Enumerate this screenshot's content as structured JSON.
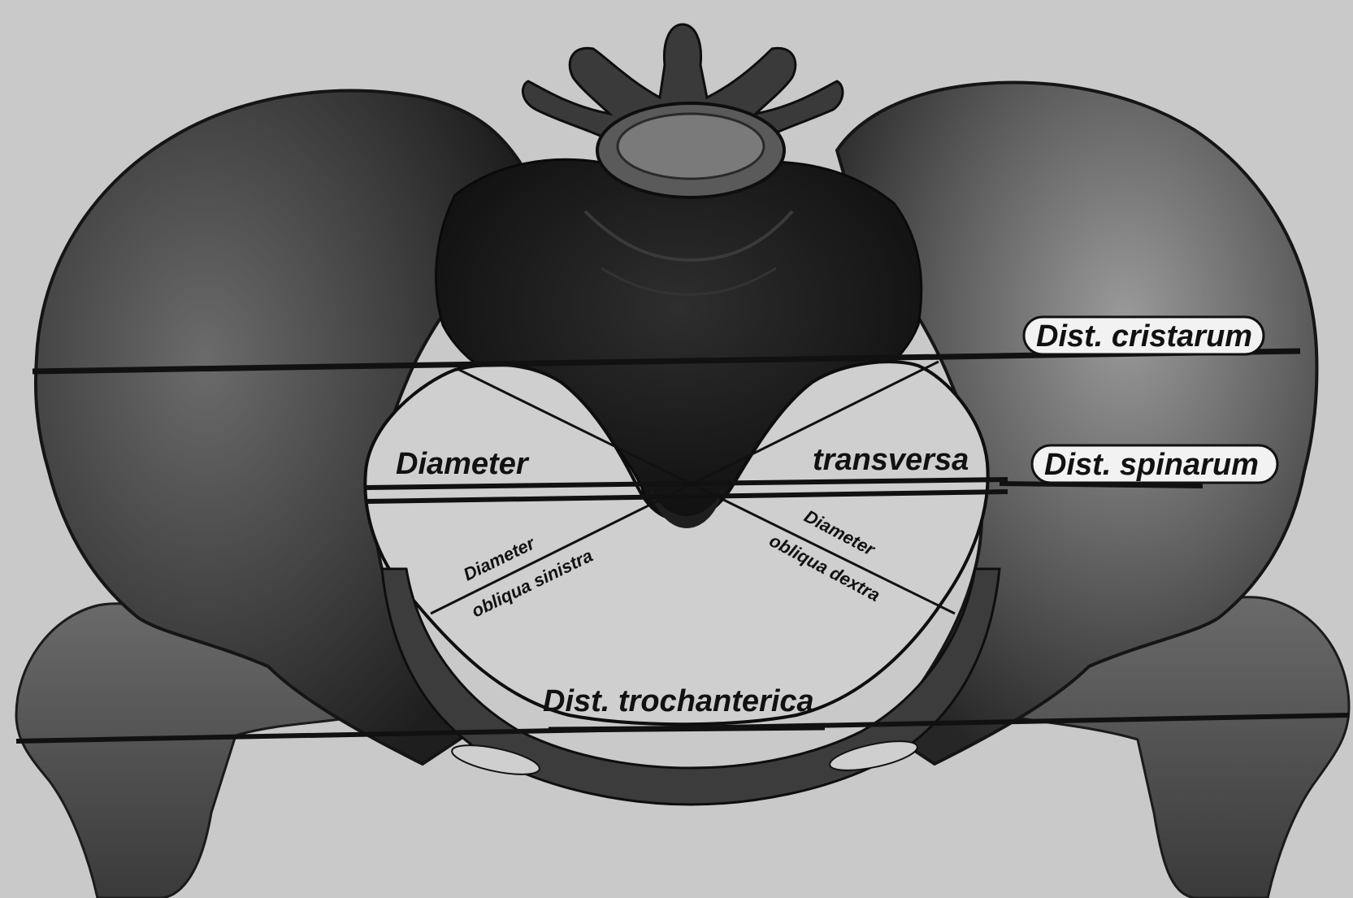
{
  "labels": {
    "dist_cristarum": "Dist. cristarum",
    "dist_spinarum": "Dist. spinarum",
    "diameter": "Diameter",
    "transversa": "transversa",
    "diameter_obliqua_sinistra_1": "Diameter",
    "diameter_obliqua_sinistra_2": "obliqua sinistra",
    "diameter_obliqua_dextra_1": "Diameter",
    "diameter_obliqua_dextra_2": "obliqua dextra",
    "dist_trochanterica": "Dist. trochanterica"
  },
  "colors": {
    "background": "#c9c9c9",
    "bone_dark": "#2a2a2a",
    "bone_mid": "#4a4a4a",
    "bone_light": "#7a7a7a",
    "inlet": "#cfcfcf",
    "line": "#111111",
    "label_pill": "#f2f2f2"
  }
}
